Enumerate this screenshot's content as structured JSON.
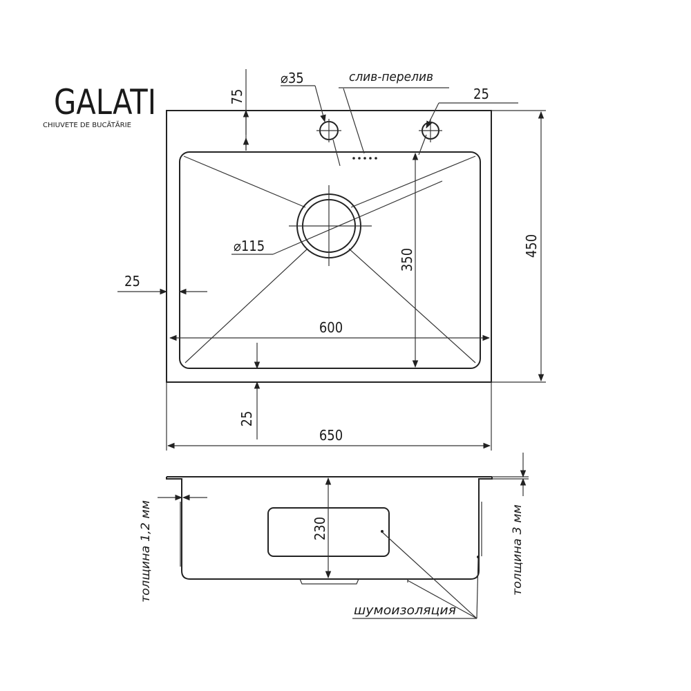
{
  "brand": {
    "name": "GALATI",
    "tagline": "CHIUVETE DE BUCĂTĂRIE"
  },
  "dimensions": {
    "outer_width": "650",
    "outer_height": "450",
    "inner_width": "600",
    "inner_height": "350",
    "left_margin": "25",
    "bottom_margin": "25",
    "top_offset": "75",
    "tap_hole": "⌀35",
    "drain": "⌀115",
    "side_hole": "25",
    "depth": "230"
  },
  "labels": {
    "overflow": "слив-перелив",
    "noise_insulation": "шумоизоляция",
    "thickness_left": "толщина 1,2 мм",
    "thickness_right": "толщина 3 мм"
  }
}
